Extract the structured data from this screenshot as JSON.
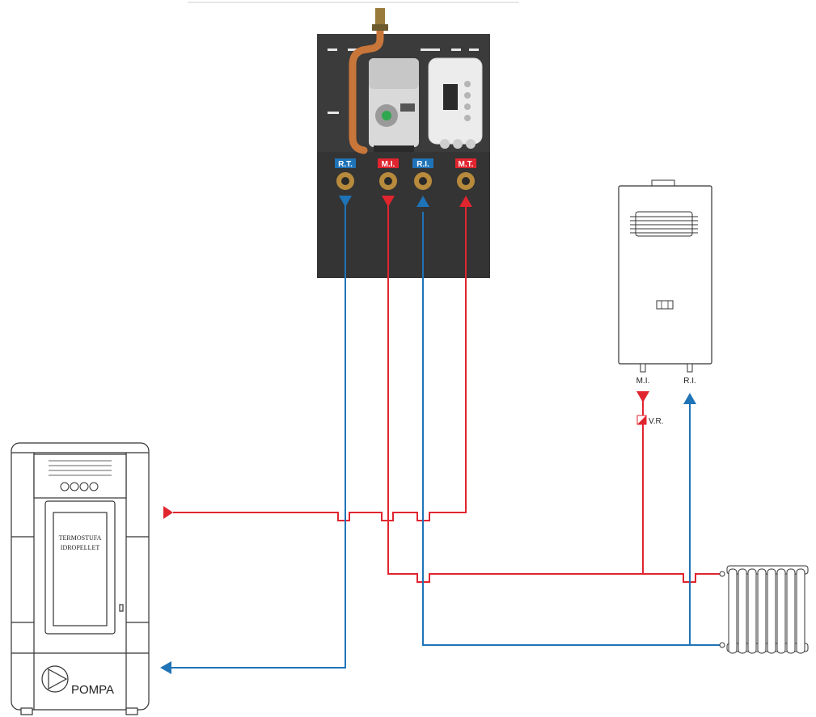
{
  "colors": {
    "hot": "#e0252f",
    "cold": "#1f73b7",
    "panel": "#3a3a3a",
    "panel_dark": "#2d2d2d",
    "brass": "#b78a3c",
    "pipe_copper": "#c9763a"
  },
  "module": {
    "ports": [
      {
        "label": "R.T.",
        "flow": "cold"
      },
      {
        "label": "M.I.",
        "flow": "hot"
      },
      {
        "label": "R.I.",
        "flow": "cold"
      },
      {
        "label": "M.T.",
        "flow": "hot"
      }
    ]
  },
  "boiler": {
    "ports": [
      {
        "label": "M.I.",
        "flow": "hot"
      },
      {
        "label": "R.I.",
        "flow": "cold"
      }
    ],
    "valve_label": "V.R."
  },
  "stove": {
    "title_line1": "TERMOSTUFA",
    "title_line2": "IDROPELLET",
    "pump_label": "POMPA"
  },
  "icons": {
    "pump": "pump-circle-icon",
    "valve": "check-valve-icon",
    "arrow": "flow-arrow-icon"
  }
}
